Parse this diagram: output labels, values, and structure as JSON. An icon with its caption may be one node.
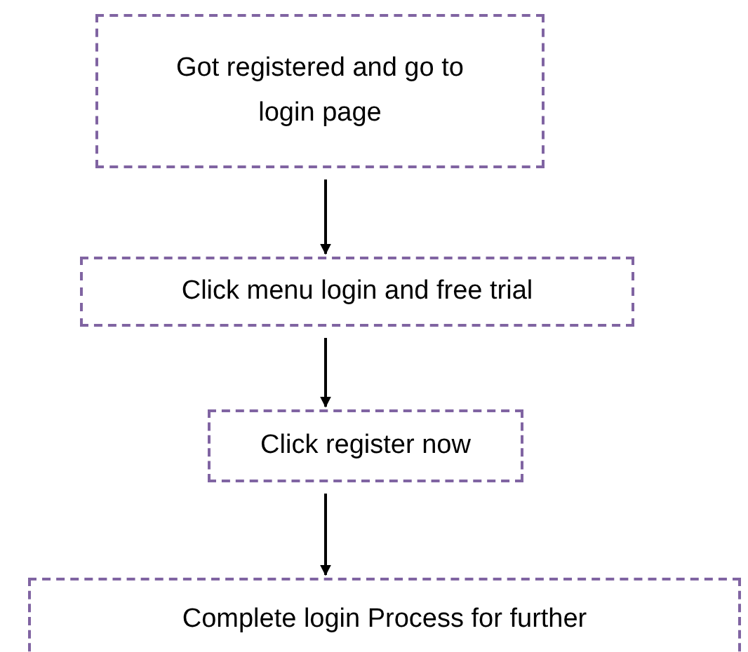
{
  "diagram": {
    "nodes": [
      {
        "text": [
          "Got registered and go to login page"
        ]
      },
      {
        "text": [
          "Click menu login and free trial"
        ]
      },
      {
        "text": [
          "Click register now"
        ]
      },
      {
        "text": [
          "Complete login Process for further"
        ]
      }
    ],
    "edges": [
      {
        "from": 0,
        "to": 1,
        "arrow": "to"
      },
      {
        "from": 1,
        "to": 2,
        "arrow": "to"
      },
      {
        "from": 2,
        "to": 3,
        "arrow": "to"
      }
    ]
  }
}
